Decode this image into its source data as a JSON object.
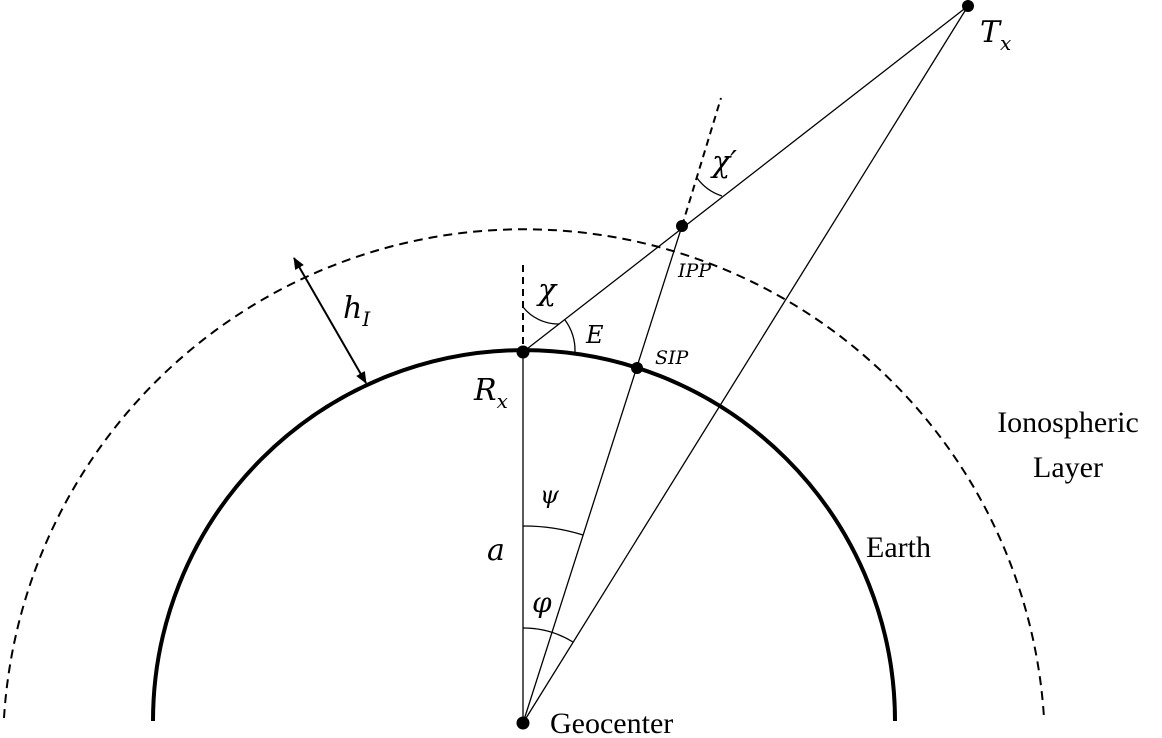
{
  "diagram": {
    "points": {
      "transmitter": {
        "label": "T",
        "subscript": "x"
      },
      "receiver": {
        "label": "R",
        "subscript": "x"
      },
      "ipp": {
        "label": "IPP"
      },
      "sip": {
        "label": "SIP"
      },
      "geocenter": {
        "label": "Geocenter"
      }
    },
    "angles": {
      "zenith_receiver": "χ",
      "zenith_ipp": "χ′",
      "elevation": "E",
      "psi": "ψ",
      "phi": "φ"
    },
    "dimensions": {
      "earth_radius": "a",
      "iono_height": {
        "label": "h",
        "subscript": "I"
      }
    },
    "regions": {
      "earth": "Earth",
      "iono_line1": "Ionospheric",
      "iono_line2": "Layer"
    },
    "colors": {
      "stroke": "#000000",
      "background": "#ffffff"
    }
  }
}
